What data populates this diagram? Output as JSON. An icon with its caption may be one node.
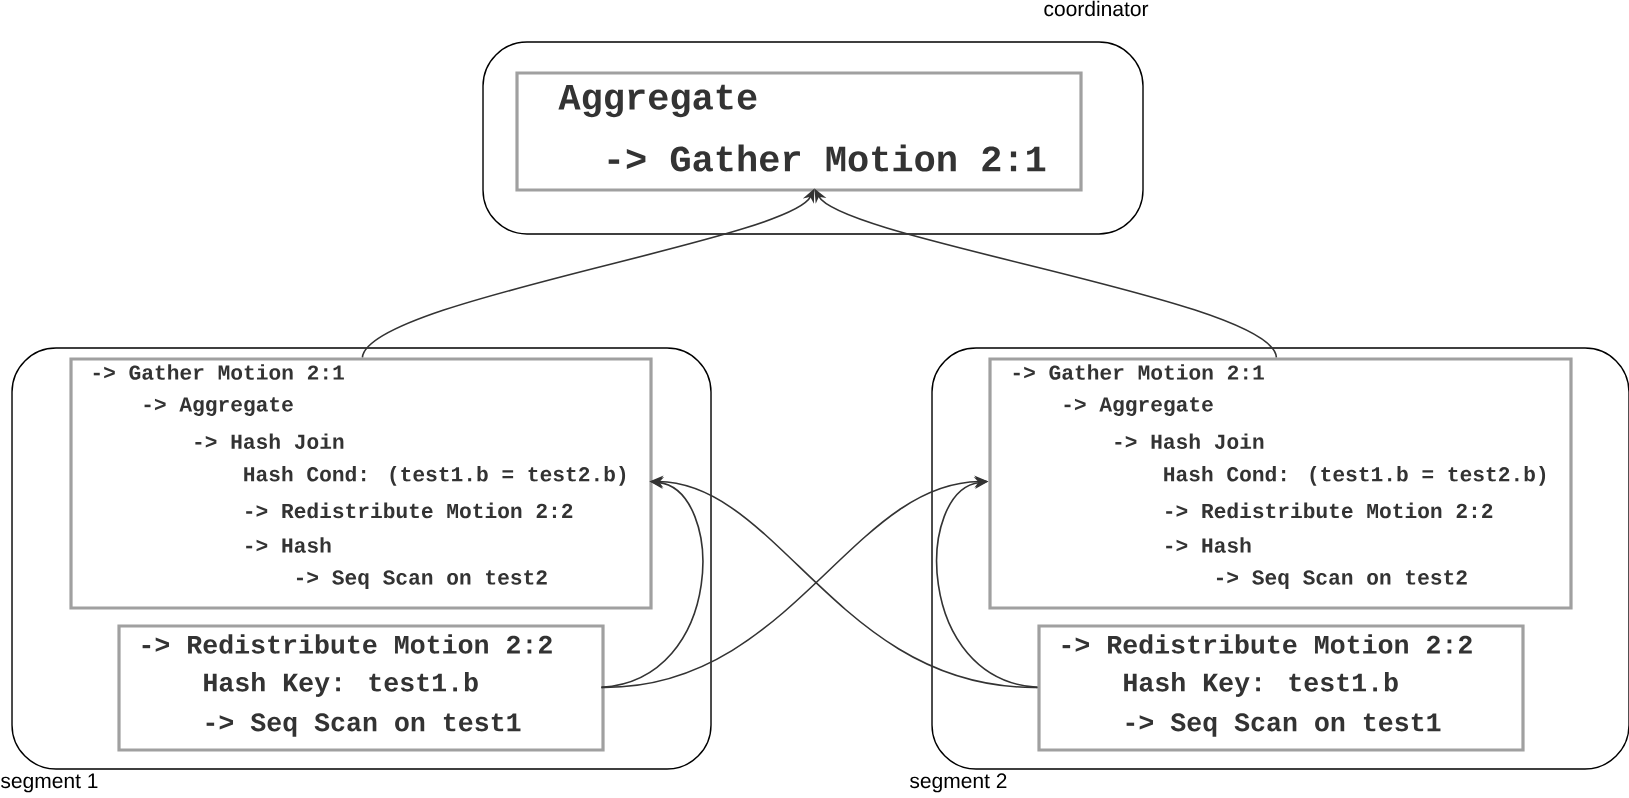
{
  "diagram": {
    "nodes": [
      {
        "text": [
          "coordinator"
        ]
      },
      {
        "text": [
          "Aggregate",
          "-> Gather Motion 2:1"
        ],
        "in": 0
      },
      {
        "text": [
          "segment 1"
        ]
      },
      {
        "text": [
          "-> Gather Motion 2:1",
          "-> Aggregate",
          "-> Hash Join",
          "Hash Cond: (test1.b = test2.b)",
          "-> Redistribute Motion 2:2",
          "-> Hash",
          "-> Seq Scan on test2"
        ],
        "in": 2
      },
      {
        "text": [
          "-> Redistribute Motion 2:2",
          "Hash Key: test1.b",
          "-> Seq Scan on test1"
        ],
        "in": 2
      },
      {
        "text": [
          "segment 2"
        ]
      },
      {
        "text": [
          "-> Gather Motion 2:1",
          "-> Aggregate",
          "-> Hash Join",
          "Hash Cond: (test1.b = test2.b)",
          "-> Redistribute Motion 2:2",
          "-> Hash",
          "-> Seq Scan on test2"
        ],
        "in": 5
      },
      {
        "text": [
          "-> Redistribute Motion 2:2",
          "Hash Key: test1.b",
          "-> Seq Scan on test1"
        ],
        "in": 5
      }
    ],
    "edges": [
      {
        "from": 3,
        "to": 1,
        "arrow": "to"
      },
      {
        "from": 6,
        "to": 1,
        "arrow": "to"
      },
      {
        "from": 4,
        "to": 3,
        "arrow": "to"
      },
      {
        "from": 4,
        "to": 6,
        "arrow": "to"
      },
      {
        "from": 7,
        "to": 3,
        "arrow": "to"
      },
      {
        "from": 7,
        "to": 6,
        "arrow": "to"
      }
    ]
  }
}
